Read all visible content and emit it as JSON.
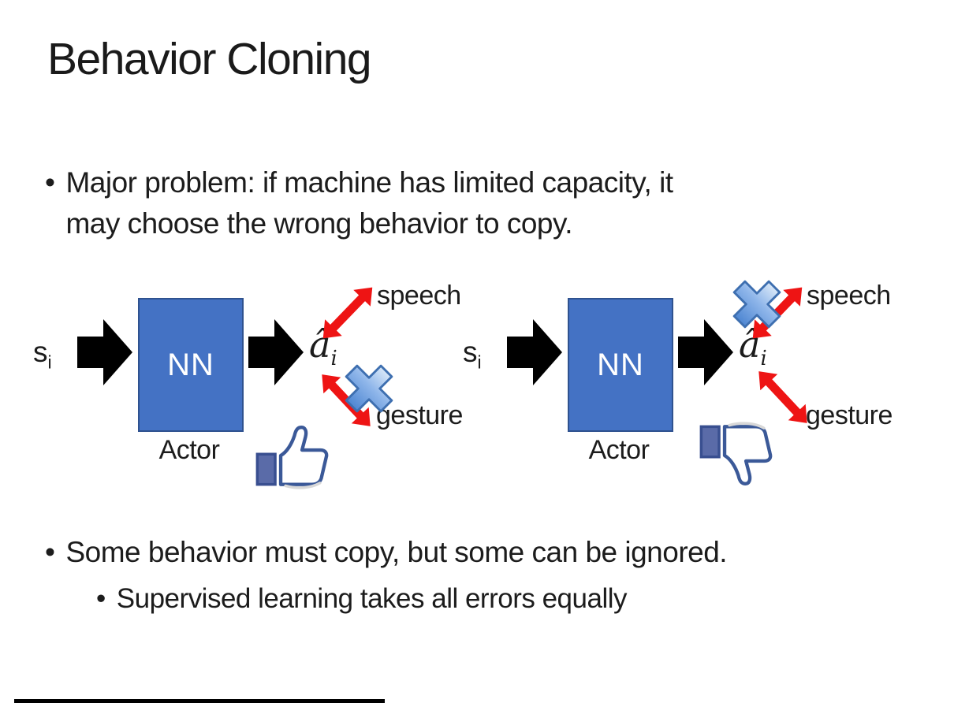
{
  "slide": {
    "title": "Behavior Cloning",
    "bullets": [
      {
        "level": 1,
        "lines": [
          "Major problem: if machine has limited capacity, it",
          "may choose the wrong behavior to copy."
        ]
      },
      {
        "level": 1,
        "lines": [
          "Some behavior must copy, but some can be ignored."
        ]
      },
      {
        "level": 2,
        "lines": [
          "Supervised learning takes all errors equally"
        ]
      }
    ]
  },
  "diagram": {
    "state_label": "s",
    "state_sub": "i",
    "nn_label": "NN",
    "actor_label": "Actor",
    "action_label": "â",
    "action_sub": "i",
    "speech_label": "speech",
    "gesture_label": "gesture"
  },
  "diagrams": [
    {
      "side": "left",
      "crossed_out": "gesture",
      "feedback_icon": "thumbs-up"
    },
    {
      "side": "right",
      "crossed_out": "speech",
      "feedback_icon": "thumbs-down"
    }
  ],
  "icons": {
    "input_arrow": "right-block-arrow",
    "output_arrow": "right-block-arrow",
    "relation_arrow": "red-double-headed-arrow",
    "cross_out": "blue-x-crossout",
    "left_feedback": "thumbs-up",
    "right_feedback": "thumbs-down"
  },
  "colors": {
    "background": "#FFFFFF",
    "text": "#1C1C1C",
    "nn_box_fill": "#4472C4",
    "nn_box_border": "#2F528F",
    "nn_text": "#FFFFFF",
    "block_arrow": "#000000",
    "relation_arrow_red": "#EE1414",
    "cross_blue_light": "#D9E8F8",
    "cross_blue_dark": "#4E86D2",
    "cross_border": "#3E6FB0",
    "thumb_outline": "#3B5998",
    "thumb_cuff_fill": "#5A6BA8",
    "bottom_bar": "#000000"
  }
}
